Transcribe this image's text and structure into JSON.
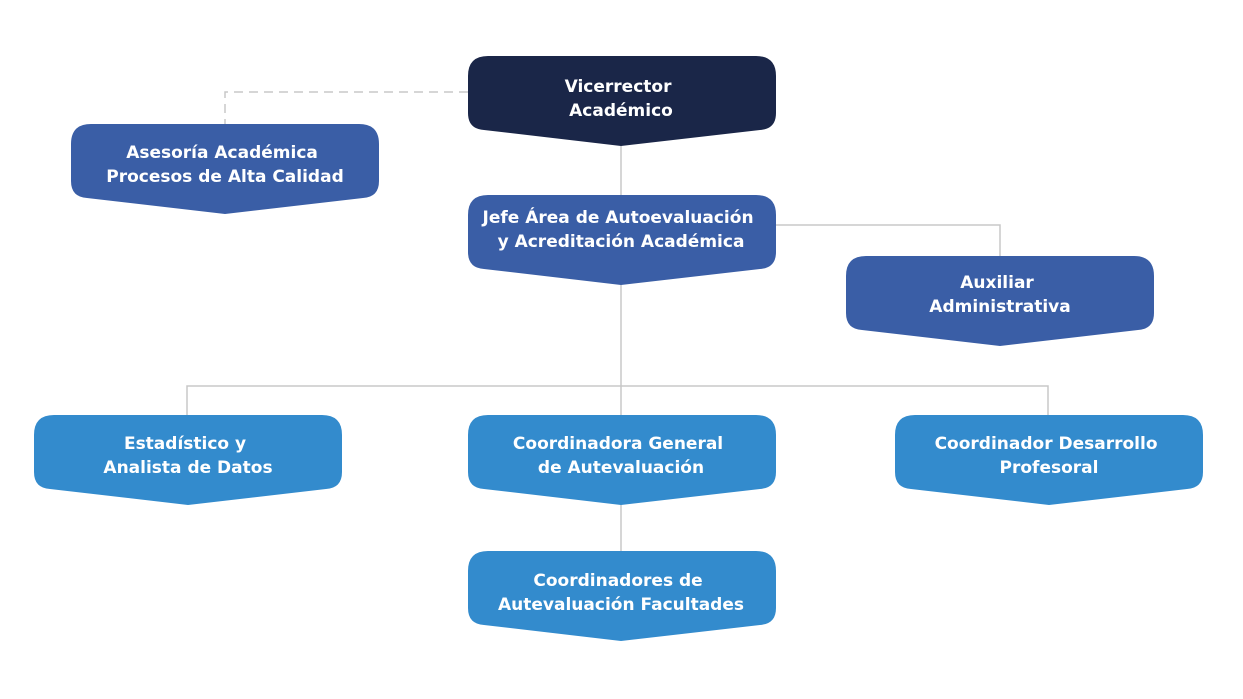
{
  "chart": {
    "colors": {
      "dark": "#1a2648",
      "mid": "#3a5ea6",
      "light": "#338bcd",
      "connector": "#c8c8c8"
    },
    "nodes": {
      "vicerrector": {
        "line1": "Vicerrector",
        "line2": "Académico"
      },
      "asesoria": {
        "line1": "Asesoría Académica",
        "line2": "Procesos de Alta Calidad"
      },
      "jefe": {
        "line1": "Jefe Área de Autoevaluación",
        "line2": "y Acreditación Académica"
      },
      "auxiliar": {
        "line1": "Auxiliar",
        "line2": "Administrativa"
      },
      "estadistico": {
        "line1": "Estadístico y",
        "line2": "Analista de Datos"
      },
      "coordinadora": {
        "line1": "Coordinadora General",
        "line2": "de Autevaluación"
      },
      "desarrollo": {
        "line1": "Coordinador Desarrollo",
        "line2": "Profesoral"
      },
      "facultades": {
        "line1": "Coordinadores de",
        "line2": "Autevaluación Facultades"
      }
    }
  }
}
